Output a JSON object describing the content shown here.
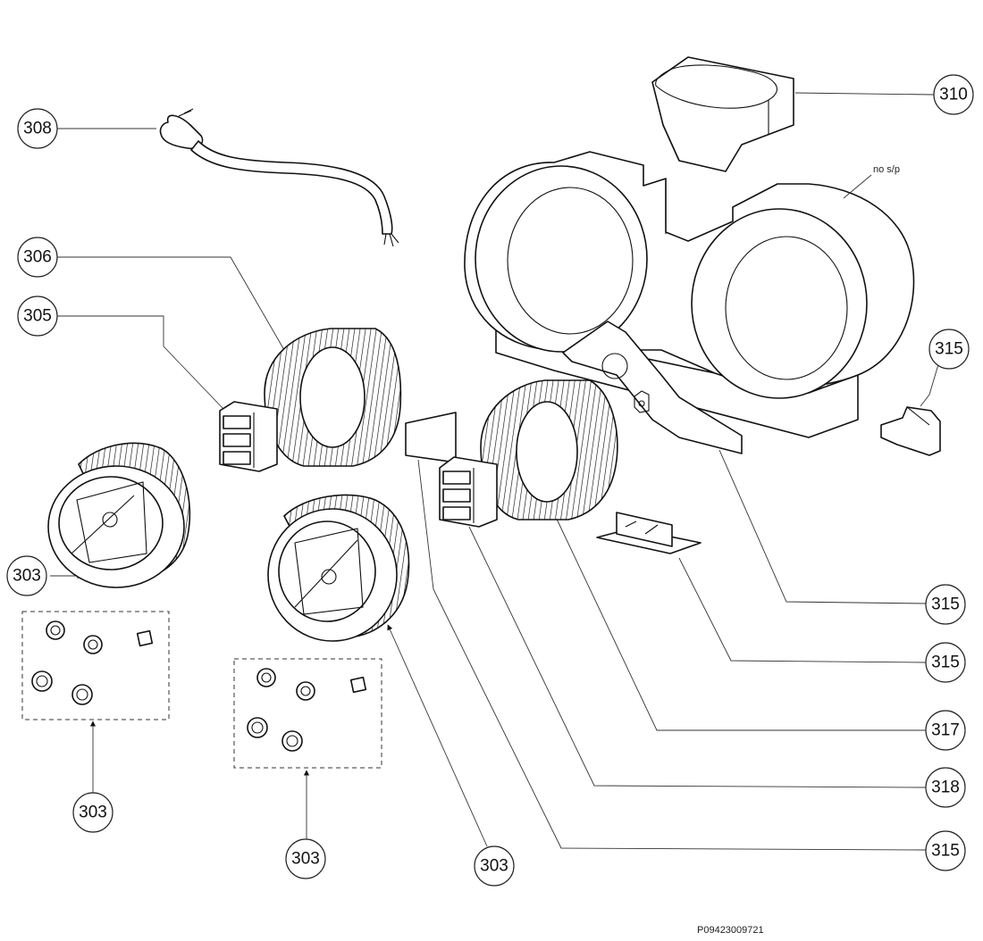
{
  "diagram": {
    "type": "exploded-parts-diagram",
    "note": "no s/p",
    "drawing_code": "P09423009721",
    "callouts": [
      {
        "id": "c308",
        "label": "308"
      },
      {
        "id": "c306",
        "label": "306"
      },
      {
        "id": "c305",
        "label": "305"
      },
      {
        "id": "c303a",
        "label": "303"
      },
      {
        "id": "c303b",
        "label": "303"
      },
      {
        "id": "c303c",
        "label": "303"
      },
      {
        "id": "c303d",
        "label": "303"
      },
      {
        "id": "c310",
        "label": "310"
      },
      {
        "id": "c315a",
        "label": "315"
      },
      {
        "id": "c315b",
        "label": "315"
      },
      {
        "id": "c315c",
        "label": "315"
      },
      {
        "id": "c315d",
        "label": "315"
      },
      {
        "id": "c317",
        "label": "317"
      },
      {
        "id": "c318",
        "label": "318"
      }
    ]
  }
}
